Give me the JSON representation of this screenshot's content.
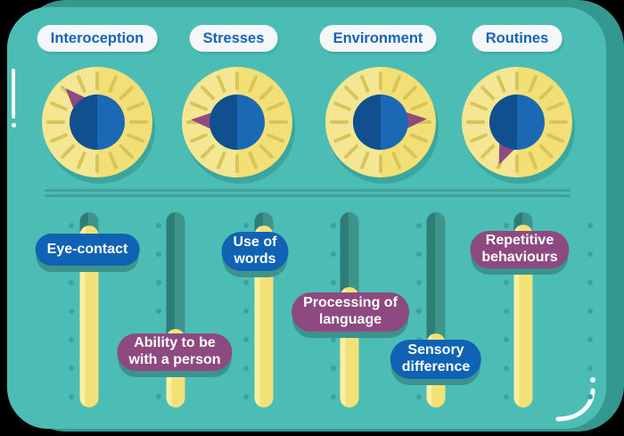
{
  "palette": {
    "panel_teal": "#4cbdb5",
    "frame_teal_dark": "#35988f",
    "dial_yellow": "#f2df76",
    "dial_ray_yellow": "#d8c45c",
    "knob_blue": "#1b68b4",
    "knob_blue_dark": "#11508f",
    "pointer_purple": "#8f4a80",
    "pill_blue": "#1062b4",
    "pill_purple": "#8e4a80",
    "label_pill_white": "#f4f6f7",
    "label_text_blue": "#1565b8",
    "track_dark_teal": "#2c7e77",
    "slider_yellow": "#f2e176",
    "decoration_white": "#ffffff"
  },
  "dials": {
    "items": [
      {
        "label": "Interoception",
        "pointer_deg": -133
      },
      {
        "label": "Stresses",
        "pointer_deg": 183
      },
      {
        "label": "Environment",
        "pointer_deg": -4
      },
      {
        "label": "Routines",
        "pointer_deg": 113
      }
    ]
  },
  "sliders": {
    "items": [
      {
        "line1": "Eye-contact",
        "line2": "",
        "color": "blue"
      },
      {
        "line1": "Ability to be",
        "line2": "with a person",
        "color": "purple"
      },
      {
        "line1": "Use of",
        "line2": "words",
        "color": "blue"
      },
      {
        "line1": "Processing of",
        "line2": "language",
        "color": "purple"
      },
      {
        "line1": "Sensory",
        "line2": "difference",
        "color": "blue"
      },
      {
        "line1": "Repetitive",
        "line2": "behaviours",
        "color": "purple"
      }
    ]
  },
  "decorations": {
    "left_mark": "exclamation-line",
    "bottom_right_mark": "j-curve"
  }
}
